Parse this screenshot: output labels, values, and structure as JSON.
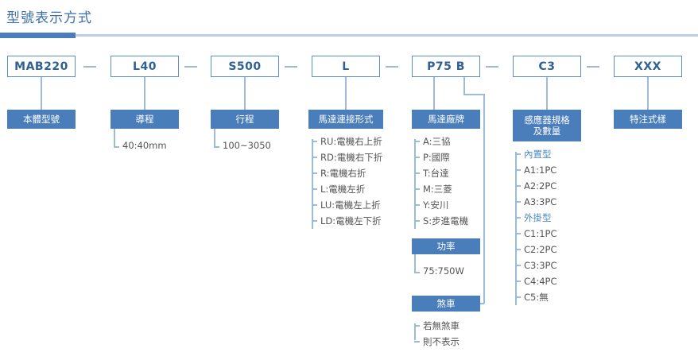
{
  "page": {
    "title": "型號表示方式"
  },
  "codes": [
    {
      "label": "MAB220"
    },
    {
      "label": "L40"
    },
    {
      "label": "S500"
    },
    {
      "label": "L"
    },
    {
      "label": "P75  B"
    },
    {
      "label": "C3"
    },
    {
      "label": "XXX"
    }
  ],
  "sections": [
    {
      "key": "body_model",
      "header": "本體型號",
      "options": []
    },
    {
      "key": "lead",
      "header": "導程",
      "options": [
        "40:40mm"
      ]
    },
    {
      "key": "stroke",
      "header": "行程",
      "options": [
        "100~3050"
      ]
    },
    {
      "key": "motor_connection",
      "header": "馬達連接形式",
      "options": [
        "RU:電機右上折",
        "RD:電機右下折",
        "R:電機右折",
        "L:電機左折",
        "LU:電機左上折",
        "LD:電機左下折"
      ]
    },
    {
      "key": "motor_brand",
      "header": "馬達廠牌",
      "options": [
        "A:三協",
        "P:國際",
        "T:台達",
        "M:三菱",
        "Y:安川",
        "S:步進電機"
      ]
    },
    {
      "key": "power",
      "header": "功率",
      "options": [
        "75:750W"
      ]
    },
    {
      "key": "brake",
      "header": "煞車",
      "options": [
        "若無煞車",
        "則不表示"
      ]
    },
    {
      "key": "sensor",
      "header_line1": "感應器規格",
      "header_line2": "及數量",
      "options": [
        {
          "text": "內置型",
          "sub": true
        },
        {
          "text": "A1:1PC",
          "sub": false
        },
        {
          "text": "A2:2PC",
          "sub": false
        },
        {
          "text": "A3:3PC",
          "sub": false
        },
        {
          "text": "外掛型",
          "sub": true
        },
        {
          "text": "C1:1PC",
          "sub": false
        },
        {
          "text": "C2:2PC",
          "sub": false
        },
        {
          "text": "C3:3PC",
          "sub": false
        },
        {
          "text": "C4:4PC",
          "sub": false
        },
        {
          "text": "C5:無",
          "sub": false
        }
      ]
    },
    {
      "key": "special",
      "header": "特注式樣",
      "options": []
    }
  ],
  "colors": {
    "accent": "#4a7ebb",
    "line": "#9dbbd8",
    "box_border": "#5b8fc9",
    "code_text": "#2f6096",
    "title": "#3d6fa8",
    "option_text": "#555555",
    "sub_head": "#4a8ac4"
  }
}
